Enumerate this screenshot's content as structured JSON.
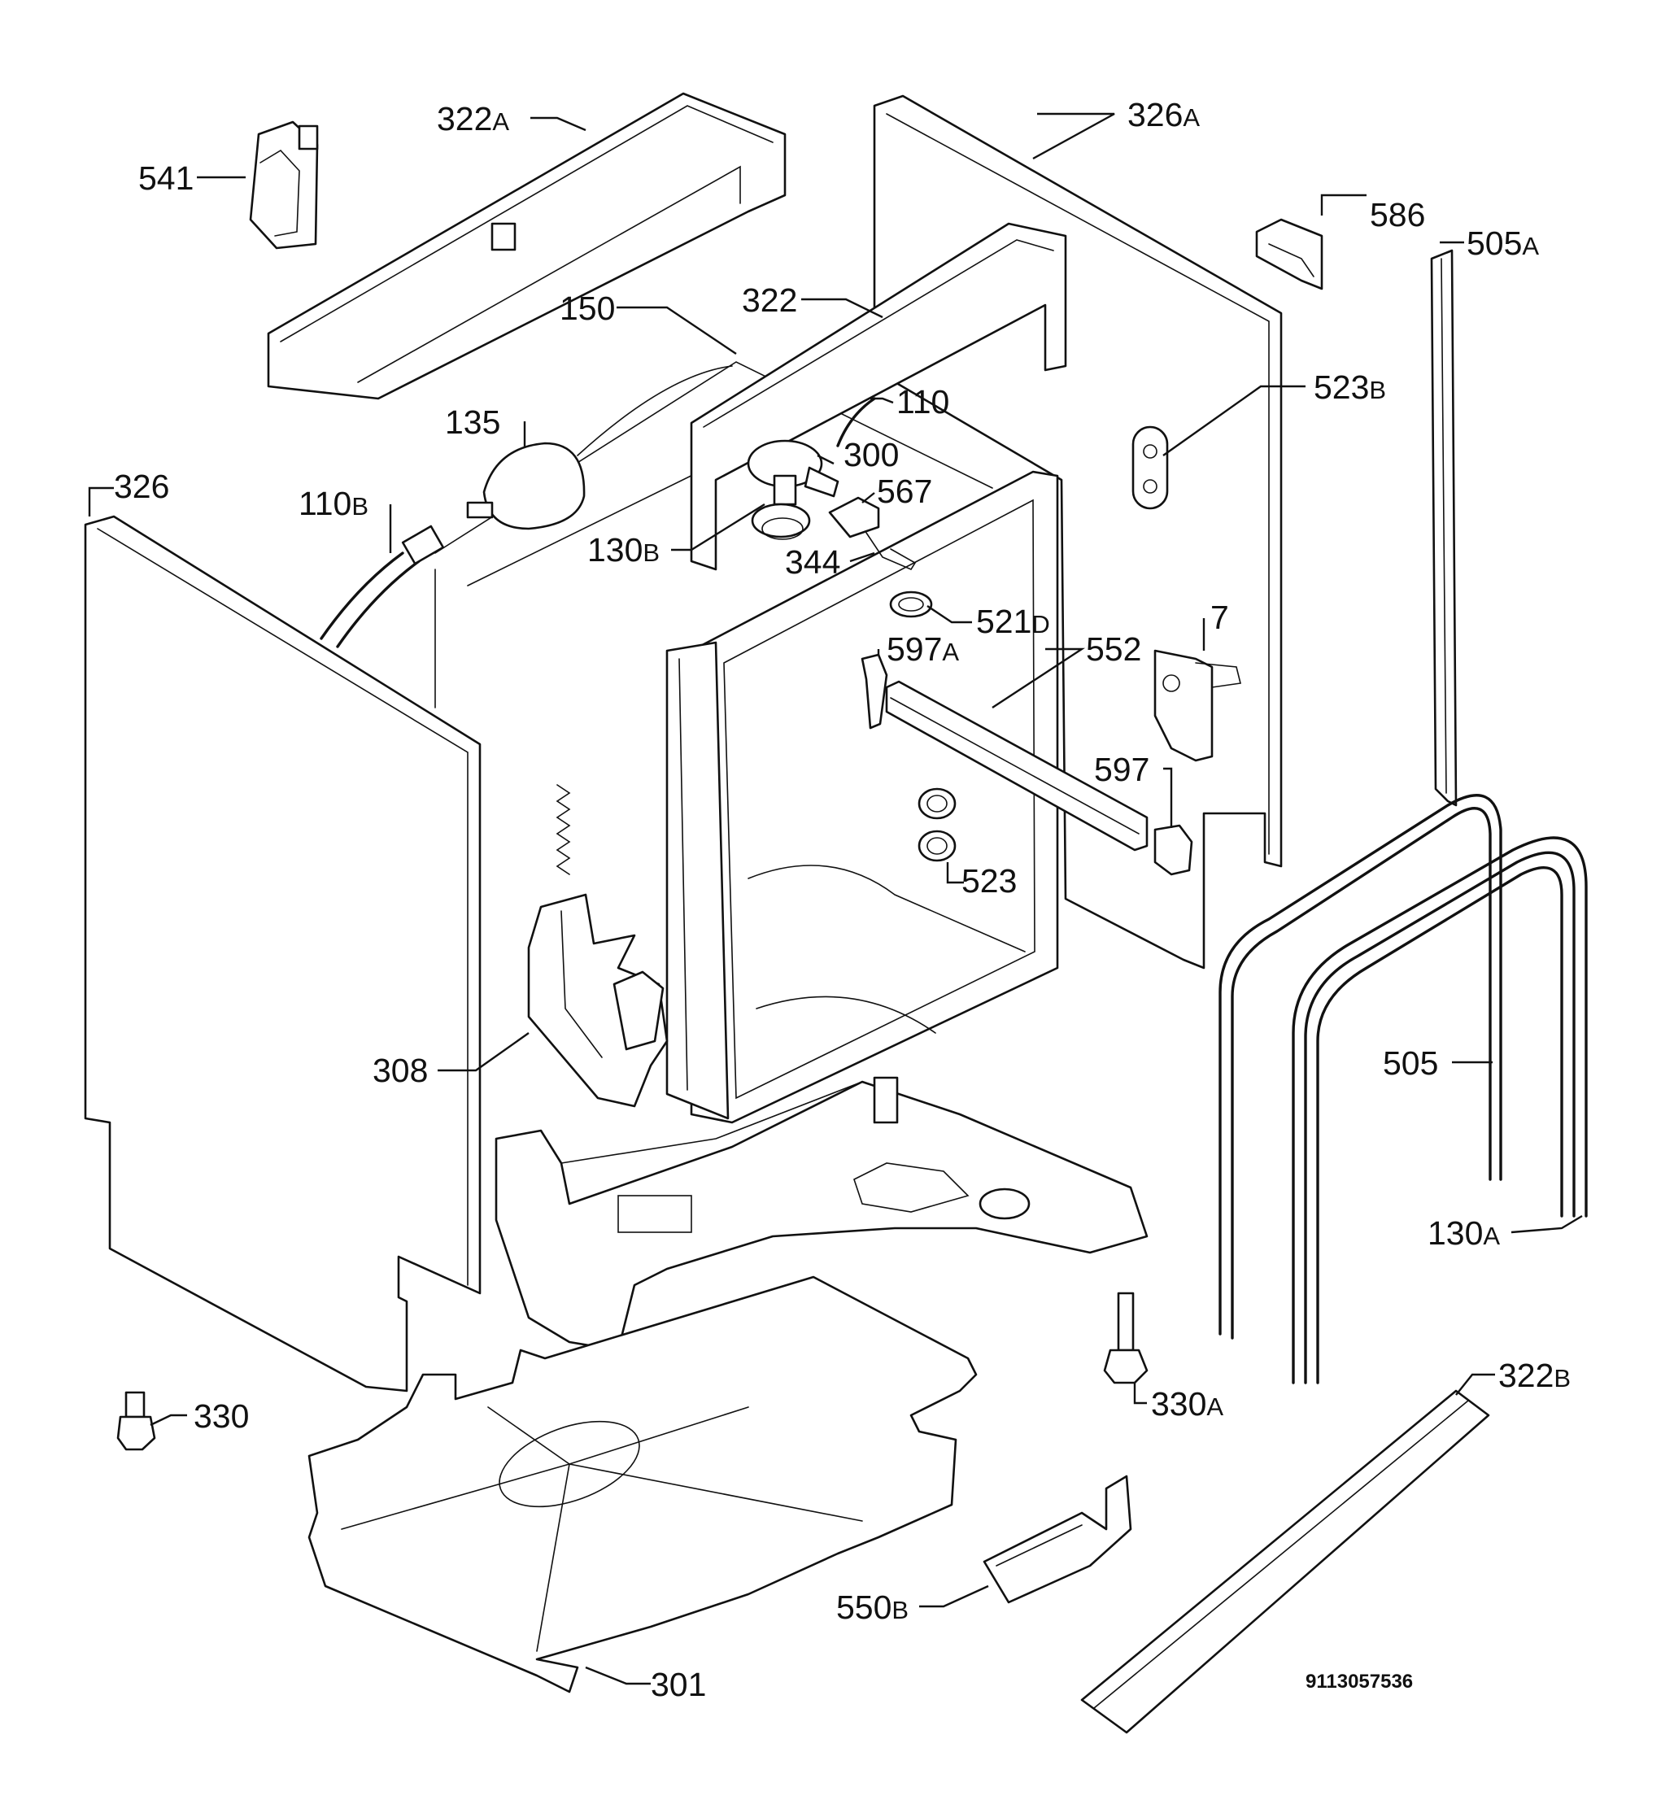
{
  "diagram": {
    "drawing_number": "9113057536",
    "labels": [
      {
        "id": "541",
        "num": "541",
        "suf": ""
      },
      {
        "id": "322a",
        "num": "322",
        "suf": "A"
      },
      {
        "id": "326a",
        "num": "326",
        "suf": "A"
      },
      {
        "id": "586",
        "num": "586",
        "suf": ""
      },
      {
        "id": "505a",
        "num": "505",
        "suf": "A"
      },
      {
        "id": "150",
        "num": "150",
        "suf": ""
      },
      {
        "id": "322",
        "num": "322",
        "suf": ""
      },
      {
        "id": "110",
        "num": "110",
        "suf": ""
      },
      {
        "id": "523b",
        "num": "523",
        "suf": "B"
      },
      {
        "id": "135",
        "num": "135",
        "suf": ""
      },
      {
        "id": "300",
        "num": "300",
        "suf": ""
      },
      {
        "id": "326",
        "num": "326",
        "suf": ""
      },
      {
        "id": "567",
        "num": "567",
        "suf": ""
      },
      {
        "id": "110b",
        "num": "110",
        "suf": "B"
      },
      {
        "id": "130b",
        "num": "130",
        "suf": "B"
      },
      {
        "id": "344",
        "num": "344",
        "suf": ""
      },
      {
        "id": "521d",
        "num": "521",
        "suf": "D"
      },
      {
        "id": "7",
        "num": "7",
        "suf": ""
      },
      {
        "id": "597a",
        "num": "597",
        "suf": "A"
      },
      {
        "id": "552",
        "num": "552",
        "suf": ""
      },
      {
        "id": "597",
        "num": "597",
        "suf": ""
      },
      {
        "id": "523",
        "num": "523",
        "suf": ""
      },
      {
        "id": "308",
        "num": "308",
        "suf": ""
      },
      {
        "id": "505",
        "num": "505",
        "suf": ""
      },
      {
        "id": "130a",
        "num": "130",
        "suf": "A"
      },
      {
        "id": "330",
        "num": "330",
        "suf": ""
      },
      {
        "id": "330a",
        "num": "330",
        "suf": "A"
      },
      {
        "id": "322b",
        "num": "322",
        "suf": "B"
      },
      {
        "id": "550b",
        "num": "550",
        "suf": "B"
      },
      {
        "id": "301",
        "num": "301",
        "suf": ""
      }
    ]
  }
}
